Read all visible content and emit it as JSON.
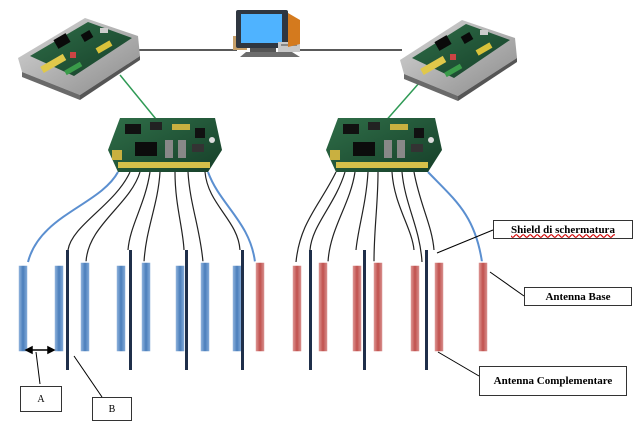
{
  "labels": {
    "shield": "Shield di schermatura",
    "antenna_base": "Antenna Base",
    "antenna_complementare": "Antenna Complementare",
    "a": "A",
    "b": "B"
  },
  "colors": {
    "blue_antenna": "#4a7ebb",
    "red_antenna": "#c0504d",
    "shield": "#1f2f4a",
    "blue_cable": "#5b8fd0",
    "green_link": "#2f9a55",
    "network_link": "#222222",
    "pcb": "#1f5a3a"
  },
  "icons": {
    "computer": "computer-icon",
    "controller": "controller-board-icon",
    "driver": "driver-board-icon"
  }
}
